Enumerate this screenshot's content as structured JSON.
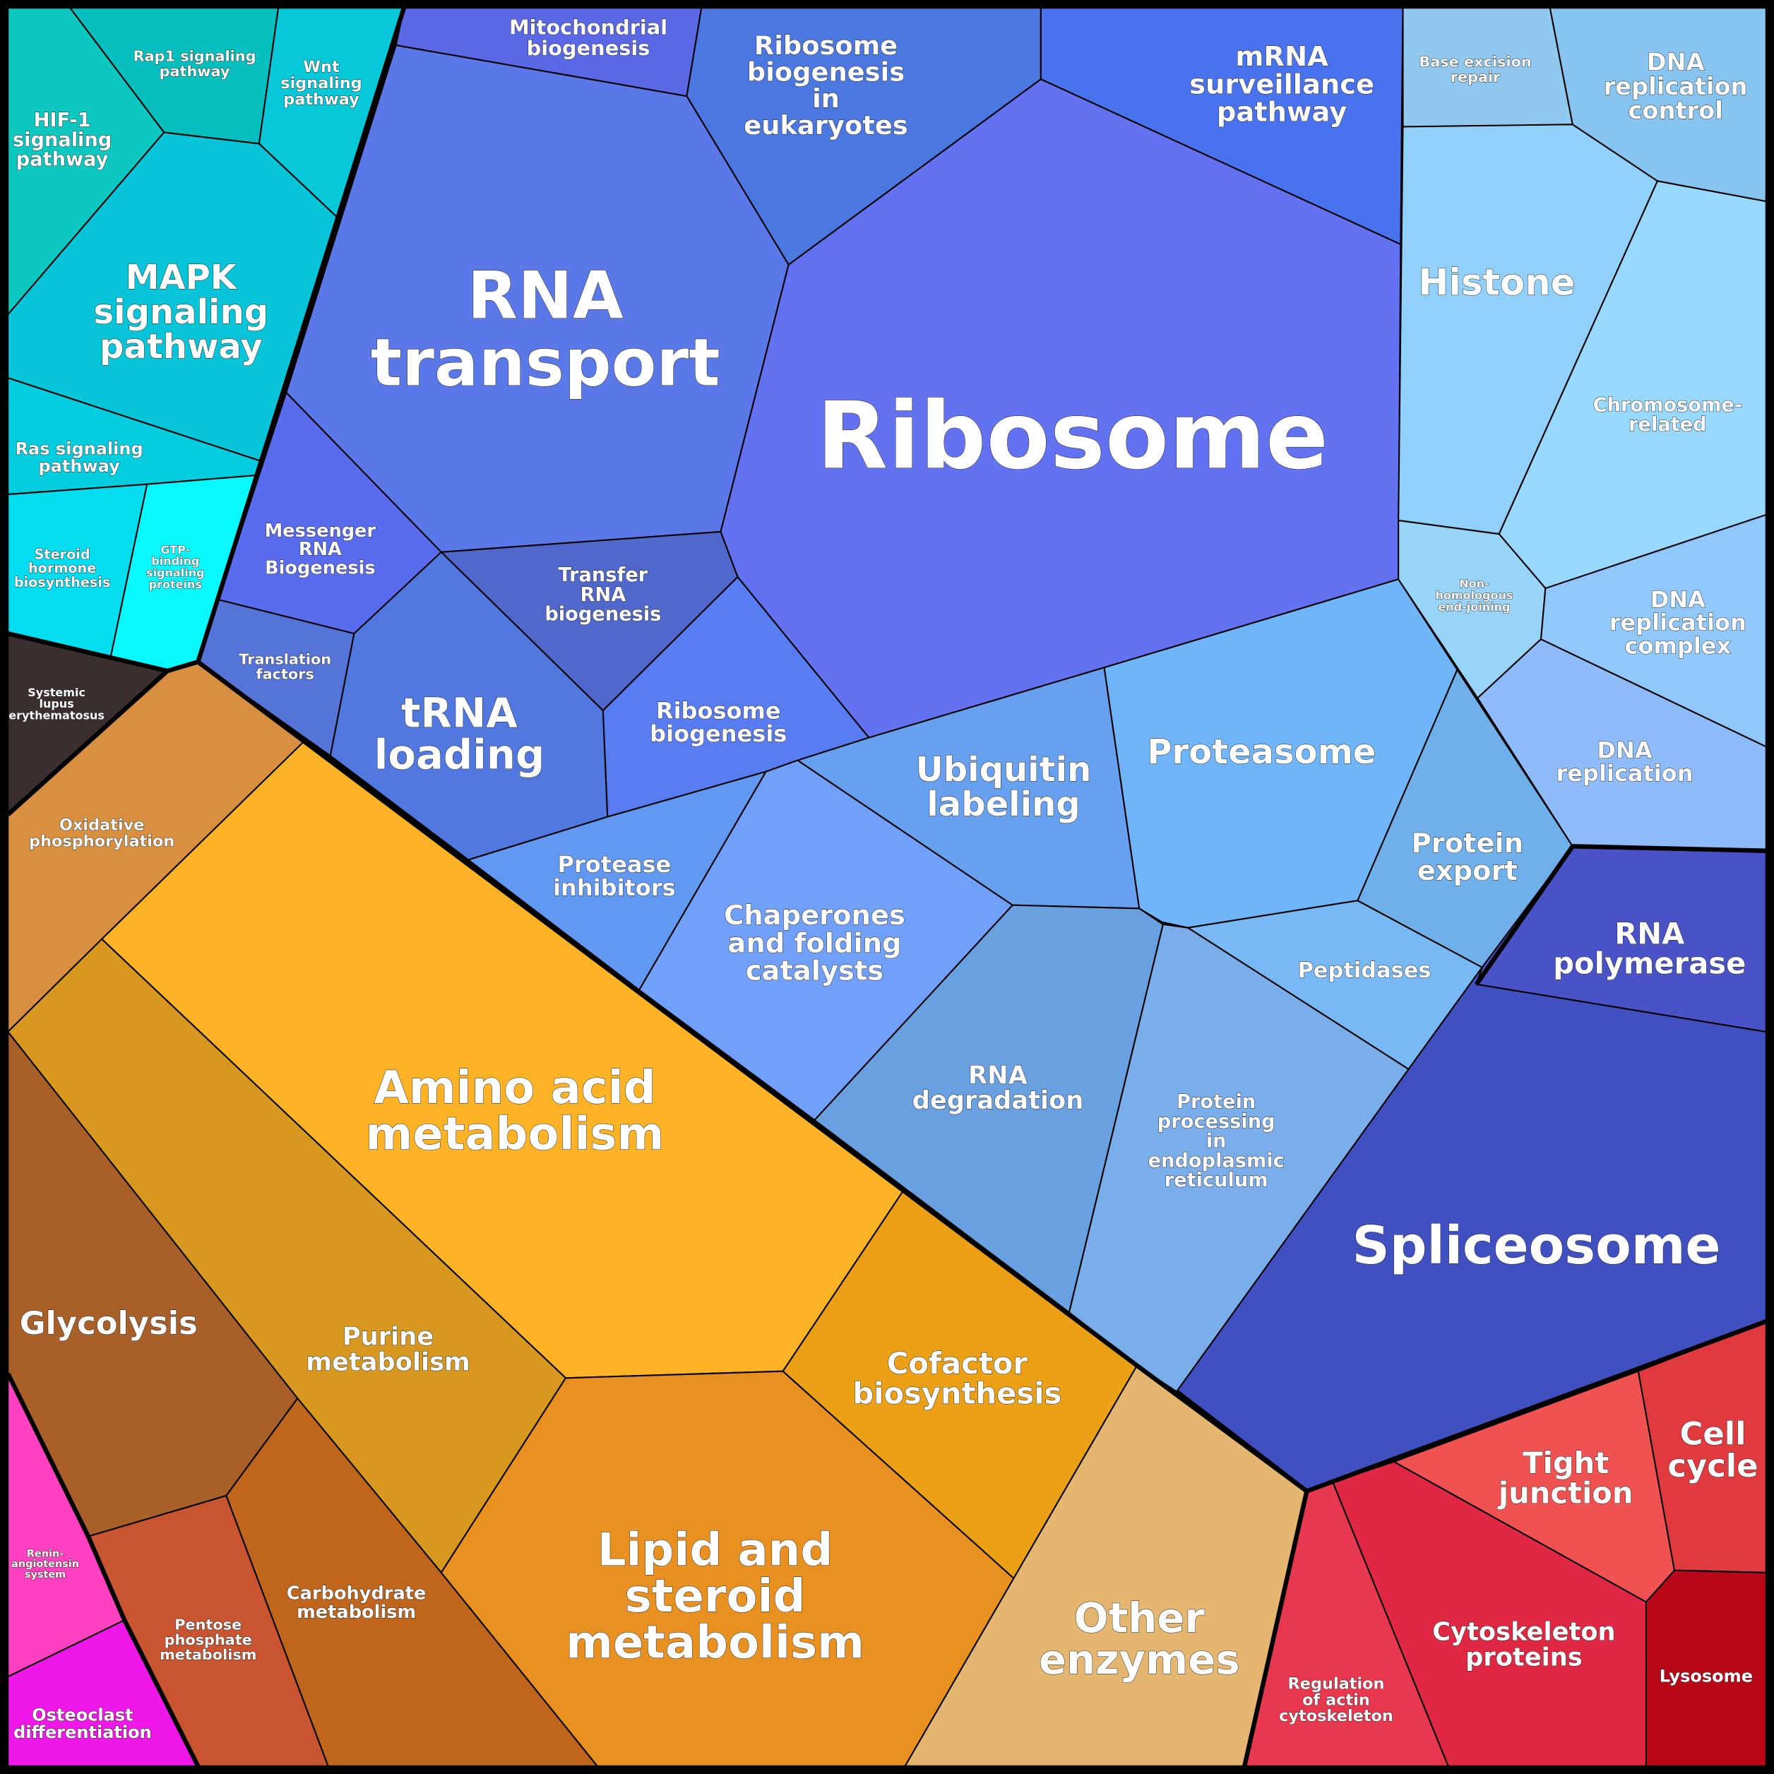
{
  "title": "Voronoi treemap of functional categories",
  "cells": {
    "hif1": {
      "lines": [
        "HIF-1",
        "signaling",
        "pathway"
      ],
      "color": "#0cc8c0"
    },
    "rap1": {
      "lines": [
        "Rap1 signaling",
        "pathway"
      ],
      "color": "#08bfbf"
    },
    "wnt": {
      "lines": [
        "Wnt",
        "signaling",
        "pathway"
      ],
      "color": "#06c8d8"
    },
    "mapk": {
      "lines": [
        "MAPK",
        "signaling",
        "pathway"
      ],
      "color": "#08c4d8"
    },
    "ras": {
      "lines": [
        "Ras signaling",
        "pathway"
      ],
      "color": "#05cde0"
    },
    "steroid": {
      "lines": [
        "Steroid",
        "hormone",
        "biosynthesis"
      ],
      "color": "#04dcf0"
    },
    "gtp": {
      "lines": [
        "GTP-",
        "binding",
        "signaling",
        "proteins"
      ],
      "color": "#08f8ff"
    },
    "lupus": {
      "lines": [
        "Systemic",
        "lupus",
        "erythematosus"
      ],
      "color": "#3a2e2e"
    },
    "mito": {
      "lines": [
        "Mitochondrial",
        "biogenesis"
      ],
      "color": "#5a68e6"
    },
    "ribeuk": {
      "lines": [
        "Ribosome",
        "biogenesis",
        "in",
        "eukaryotes"
      ],
      "color": "#4a78e0"
    },
    "mrna": {
      "lines": [
        "mRNA",
        "surveillance",
        "pathway"
      ],
      "color": "#4872ee"
    },
    "rnatransport": {
      "lines": [
        "RNA",
        "transport"
      ],
      "color": "#5a78e8"
    },
    "ribosome": {
      "lines": [
        "Ribosome"
      ],
      "color": "#6272f0"
    },
    "messenger": {
      "lines": [
        "Messenger",
        "RNA",
        "Biogenesis"
      ],
      "color": "#5a6cee"
    },
    "translation": {
      "lines": [
        "Translation",
        "factors"
      ],
      "color": "#5474d8"
    },
    "transfer": {
      "lines": [
        "Transfer",
        "RNA",
        "biogenesis"
      ],
      "color": "#5068cc"
    },
    "trna": {
      "lines": [
        "tRNA",
        "loading"
      ],
      "color": "#5078de"
    },
    "ribbio": {
      "lines": [
        "Ribosome",
        "biogenesis"
      ],
      "color": "#587cf2"
    },
    "protinh": {
      "lines": [
        "Protease",
        "inhibitors"
      ],
      "color": "#6098f2"
    },
    "chaperones": {
      "lines": [
        "Chaperones",
        "and folding",
        "catalysts"
      ],
      "color": "#70a0fa"
    },
    "ubiquitin": {
      "lines": [
        "Ubiquitin",
        "labeling"
      ],
      "color": "#66a0ee"
    },
    "proteasome": {
      "lines": [
        "Proteasome"
      ],
      "color": "#70b4fa"
    },
    "rnadeg": {
      "lines": [
        "RNA",
        "degradation"
      ],
      "color": "#68a0e0"
    },
    "protproc": {
      "lines": [
        "Protein",
        "processing",
        "in",
        "endoplasmic",
        "reticulum"
      ],
      "color": "#7aaeea"
    },
    "peptidases": {
      "lines": [
        "Peptidases"
      ],
      "color": "#78b8f4"
    },
    "protexport": {
      "lines": [
        "Protein",
        "export"
      ],
      "color": "#70b0ea"
    },
    "histone": {
      "lines": [
        "Histone"
      ],
      "color": "#90d0fa"
    },
    "ber": {
      "lines": [
        "Base excision",
        "repair"
      ],
      "color": "#90c8f0"
    },
    "dnarepctl": {
      "lines": [
        "DNA",
        "replication",
        "control"
      ],
      "color": "#88c4f0"
    },
    "chromosome": {
      "lines": [
        "Chromosome-",
        "related"
      ],
      "color": "#98d8fc"
    },
    "nhej": {
      "lines": [
        "Non-",
        "homologous",
        "end-joining"
      ],
      "color": "#98d4f8"
    },
    "dnarepcx": {
      "lines": [
        "DNA",
        "replication",
        "complex"
      ],
      "color": "#90c8fc"
    },
    "dnarep": {
      "lines": [
        "DNA",
        "replication"
      ],
      "color": "#8ebcfa"
    },
    "rnapol": {
      "lines": [
        "RNA",
        "polymerase"
      ],
      "color": "#4a52c8"
    },
    "spliceosome": {
      "lines": [
        "Spliceosome"
      ],
      "color": "#4050c0"
    },
    "tight": {
      "lines": [
        "Tight",
        "junction"
      ],
      "color": "#f05252"
    },
    "cellcycle": {
      "lines": [
        "Cell",
        "cycle"
      ],
      "color": "#e03a3e"
    },
    "lysosome": {
      "lines": [
        "Lysosome"
      ],
      "color": "#b80818"
    },
    "cytoskel": {
      "lines": [
        "Cytoskeleton",
        "proteins"
      ],
      "color": "#e02844"
    },
    "actin": {
      "lines": [
        "Regulation",
        "of actin",
        "cytoskeleton"
      ],
      "color": "#e83850"
    },
    "oxphos": {
      "lines": [
        "Oxidative",
        "phosphorylation"
      ],
      "color": "#d89040"
    },
    "amino": {
      "lines": [
        "Amino acid",
        "metabolism"
      ],
      "color": "#fdb325"
    },
    "purine": {
      "lines": [
        "Purine",
        "metabolism"
      ],
      "color": "#d89820"
    },
    "glycolysis": {
      "lines": [
        "Glycolysis"
      ],
      "color": "#a86028"
    },
    "pentose": {
      "lines": [
        "Pentose",
        "phosphate",
        "metabolism"
      ],
      "color": "#c85530"
    },
    "carbo": {
      "lines": [
        "Carbohydrate",
        "metabolism"
      ],
      "color": "#c0661c"
    },
    "lipid": {
      "lines": [
        "Lipid and",
        "steroid",
        "metabolism"
      ],
      "color": "#e89020"
    },
    "cofactor": {
      "lines": [
        "Cofactor",
        "biosynthesis"
      ],
      "color": "#eca015"
    },
    "other": {
      "lines": [
        "Other",
        "enzymes"
      ],
      "color": "#e4b670"
    },
    "renin": {
      "lines": [
        "Renin-",
        "angiotensin",
        "system"
      ],
      "color": "#ff40c0"
    },
    "osteoclast": {
      "lines": [
        "Osteoclast",
        "differentiation"
      ],
      "color": "#f018e8"
    }
  }
}
